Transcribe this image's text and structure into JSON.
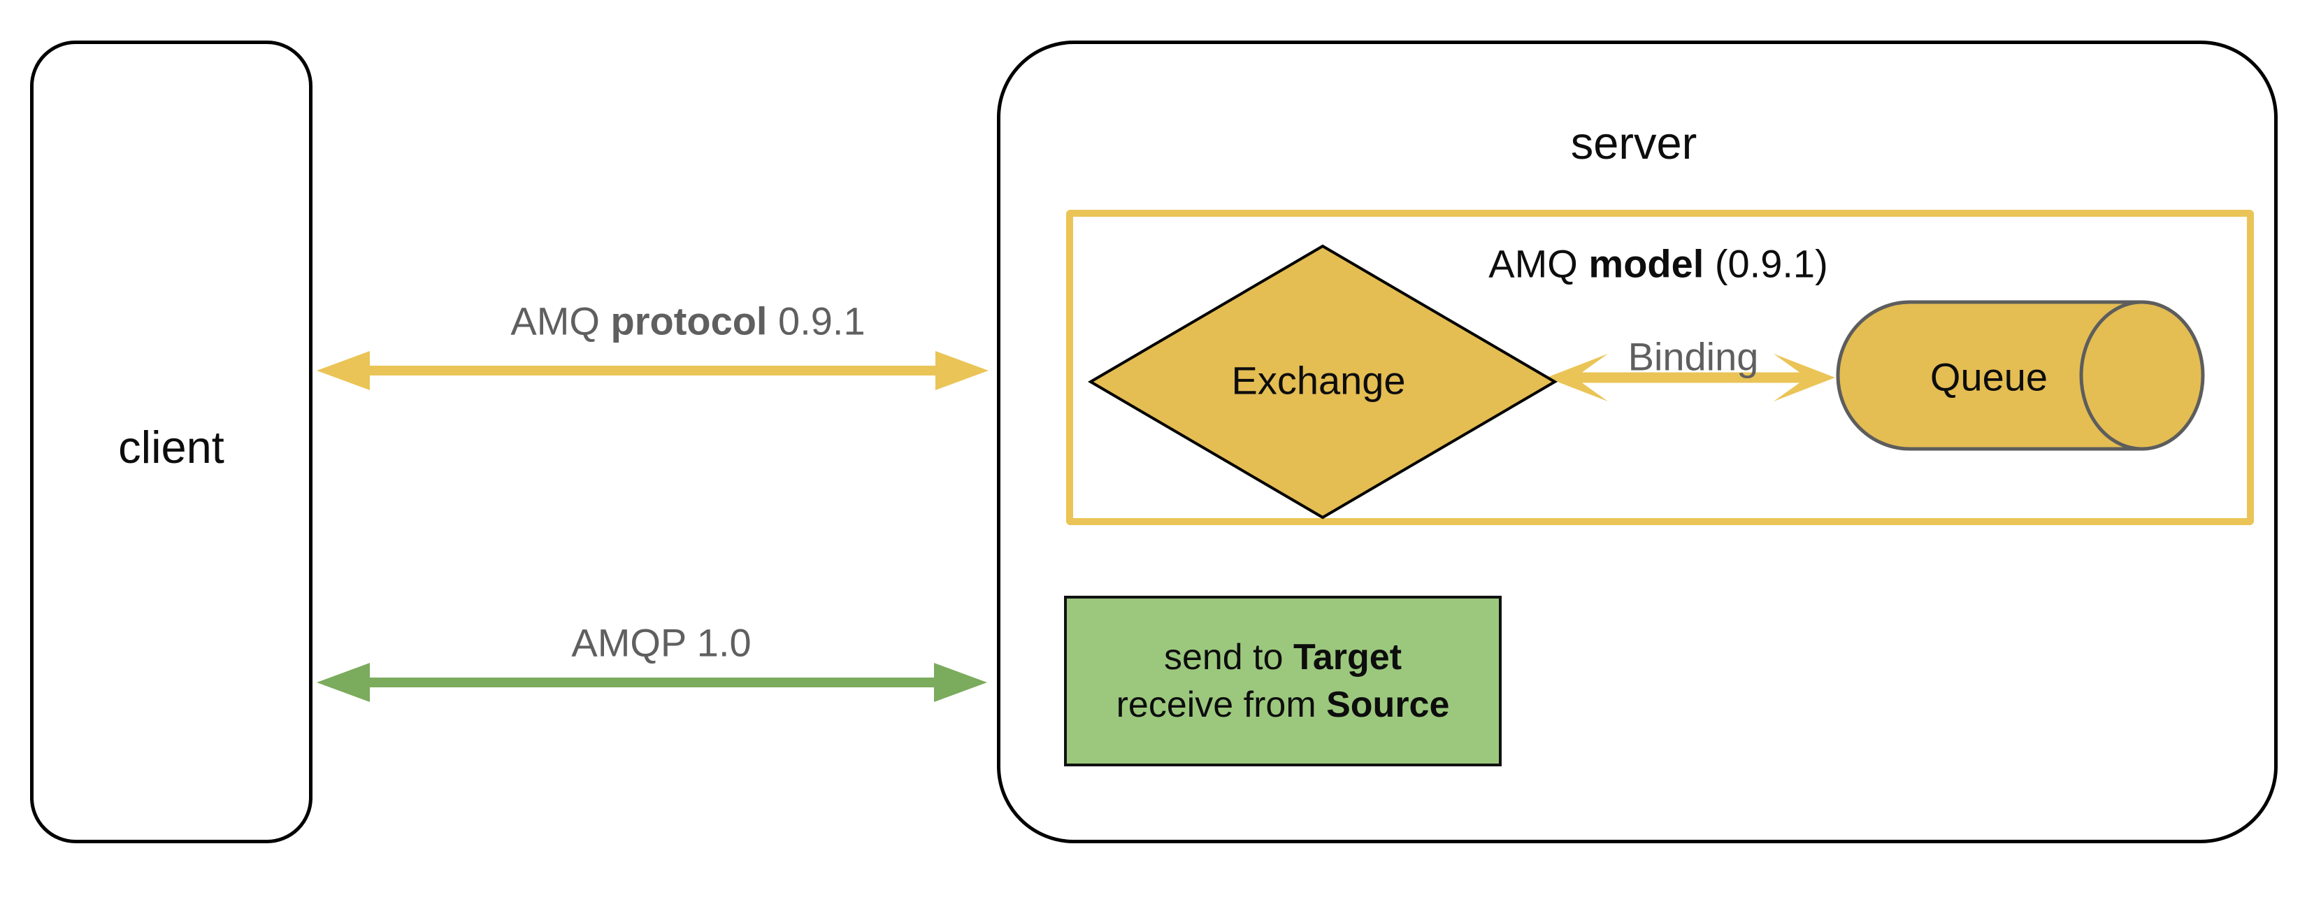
{
  "diagram": {
    "client_box": {
      "label": "client"
    },
    "server_box": {
      "title": "server"
    },
    "amq_model_box": {
      "title_pre": "AMQ ",
      "title_bold": "model",
      "title_post": " (0.9.1)"
    },
    "exchange": {
      "label": "Exchange"
    },
    "queue": {
      "label": "Queue"
    },
    "binding_arrow": {
      "label": "Binding"
    },
    "amq_protocol_arrow": {
      "label_pre": "AMQ ",
      "label_bold": "protocol",
      "label_post": " 0.9.1"
    },
    "amqp_10_arrow": {
      "label": "AMQP 1.0"
    },
    "send_receive_box": {
      "line1_pre": "send to ",
      "line1_bold": "Target",
      "line2_pre": "receive from ",
      "line2_bold": "Source"
    },
    "colors": {
      "arrow_yellow": "#EAC456",
      "shape_yellow_fill": "#E4BD53",
      "green_arrow": "#7BAB5D",
      "green_box_fill": "#9CC87E",
      "label_gray": "#5F5F5F",
      "cylinder_border_gray": "#5D5D5D",
      "outline_black": "#000000"
    }
  }
}
